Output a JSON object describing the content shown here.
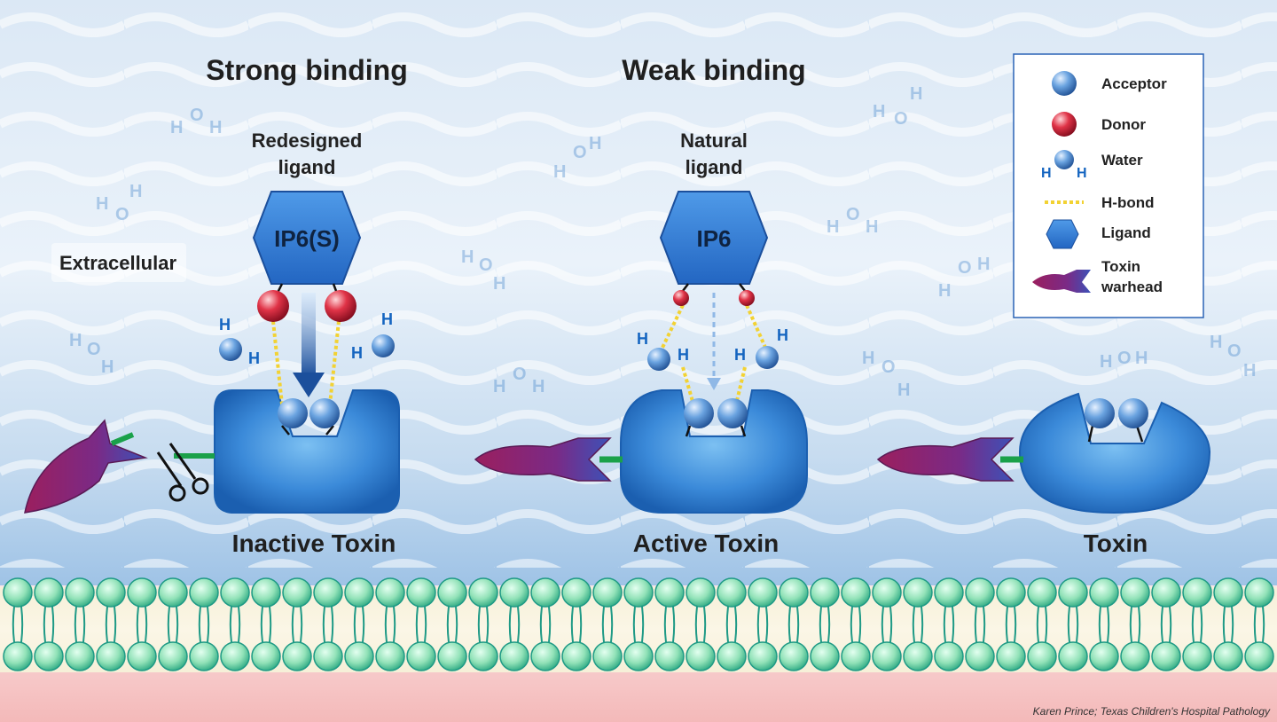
{
  "headings": {
    "strong": "Strong binding",
    "weak": "Weak binding"
  },
  "ligands": {
    "redesigned_line1": "Redesigned",
    "redesigned_line2": "ligand",
    "natural_line1": "Natural",
    "natural_line2": "ligand",
    "ip6s": "IP6(S)",
    "ip6": "IP6"
  },
  "region": {
    "extracellular": "Extracellular"
  },
  "toxins": {
    "inactive": "Inactive Toxin",
    "active": "Active Toxin",
    "plain": "Toxin"
  },
  "legend": {
    "acceptor": "Acceptor",
    "donor": "Donor",
    "water": "Water",
    "hbond": "H-bond",
    "ligand": "Ligand",
    "warhead_line1": "Toxin",
    "warhead_line2": "warhead"
  },
  "water_glyph": {
    "h": "H",
    "o": "O"
  },
  "credit": "Karen Prince; Texas Children's Hospital Pathology",
  "colors": {
    "acceptor": "#3f7fc8",
    "donor": "#c41f3a",
    "hbond": "#f2d233",
    "ligand": "#2e7bd6",
    "toxin_body": "#2f86d8",
    "warhead": "#8e1f6e",
    "membrane_head": "#6fd9a2",
    "membrane_tail": "#1f9a86",
    "arrow": "#1b4f9c"
  }
}
